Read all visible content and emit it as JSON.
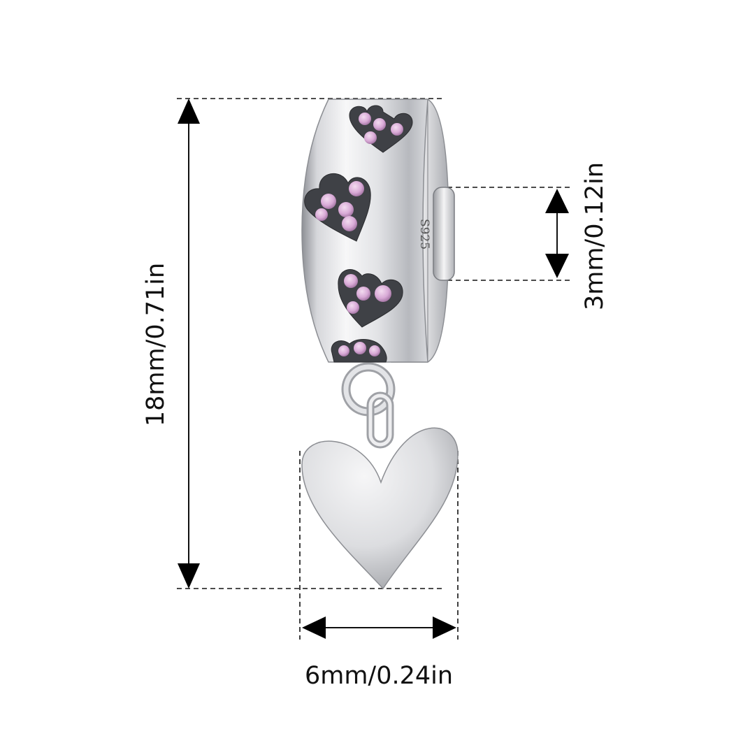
{
  "dimensions": {
    "height_label": "18mm/0.71in",
    "hole_label": "3mm/0.12in",
    "width_label": "6mm/0.24in"
  },
  "charm": {
    "stamp_text": "S925",
    "stone_color": "#d8a9d6",
    "metal_color": "#d9dade"
  }
}
